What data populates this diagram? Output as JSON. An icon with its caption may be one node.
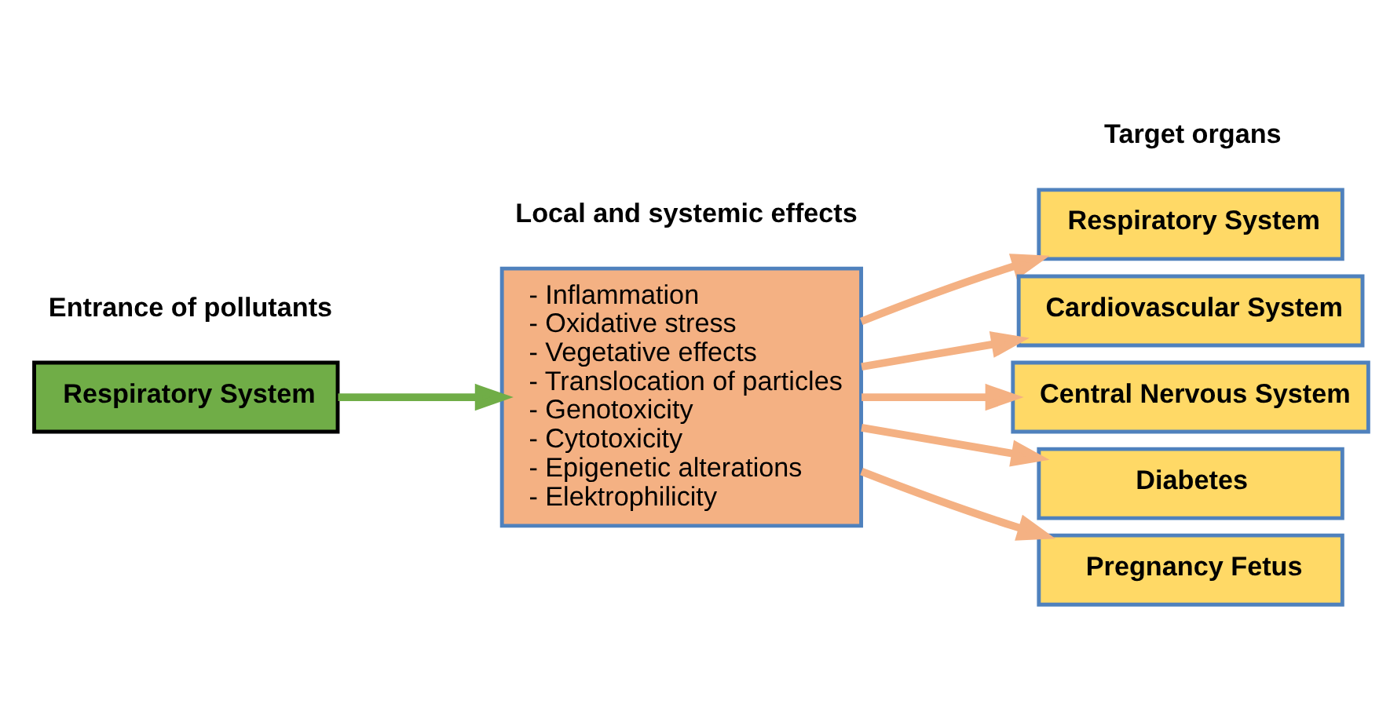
{
  "diagram": {
    "nodes": [
      {
        "text": [
          "Respiratory System"
        ]
      },
      {
        "text": [
          "- Inflammation",
          "- Oxidative stress",
          "- Vegetative effects",
          "- Translocation of particles",
          "- Genotoxicity",
          "- Cytotoxicity",
          "- Epigenetic alterations",
          "- Elektrophilicity"
        ]
      },
      {
        "text": [
          "Respiratory System"
        ]
      },
      {
        "text": [
          "Cardiovascular System"
        ]
      },
      {
        "text": [
          "Central Nervous System"
        ]
      },
      {
        "text": [
          "Diabetes"
        ]
      },
      {
        "text": [
          "Pregnancy Fetus"
        ]
      }
    ],
    "edges": [
      {
        "from": 0,
        "to": 1,
        "arrow": "to",
        "color": "#70ad47"
      },
      {
        "from": 1,
        "to": 2,
        "arrow": "to",
        "color": "#f4b183"
      },
      {
        "from": 1,
        "to": 3,
        "arrow": "to",
        "color": "#f4b183"
      },
      {
        "from": 1,
        "to": 4,
        "arrow": "to",
        "color": "#f4b183"
      },
      {
        "from": 1,
        "to": 5,
        "arrow": "to",
        "color": "#f4b183"
      },
      {
        "from": 1,
        "to": 6,
        "arrow": "to",
        "color": "#f4b183"
      }
    ],
    "labels": [
      "Entrance of pollutants",
      "Local and systemic effects",
      "Target organs"
    ]
  }
}
